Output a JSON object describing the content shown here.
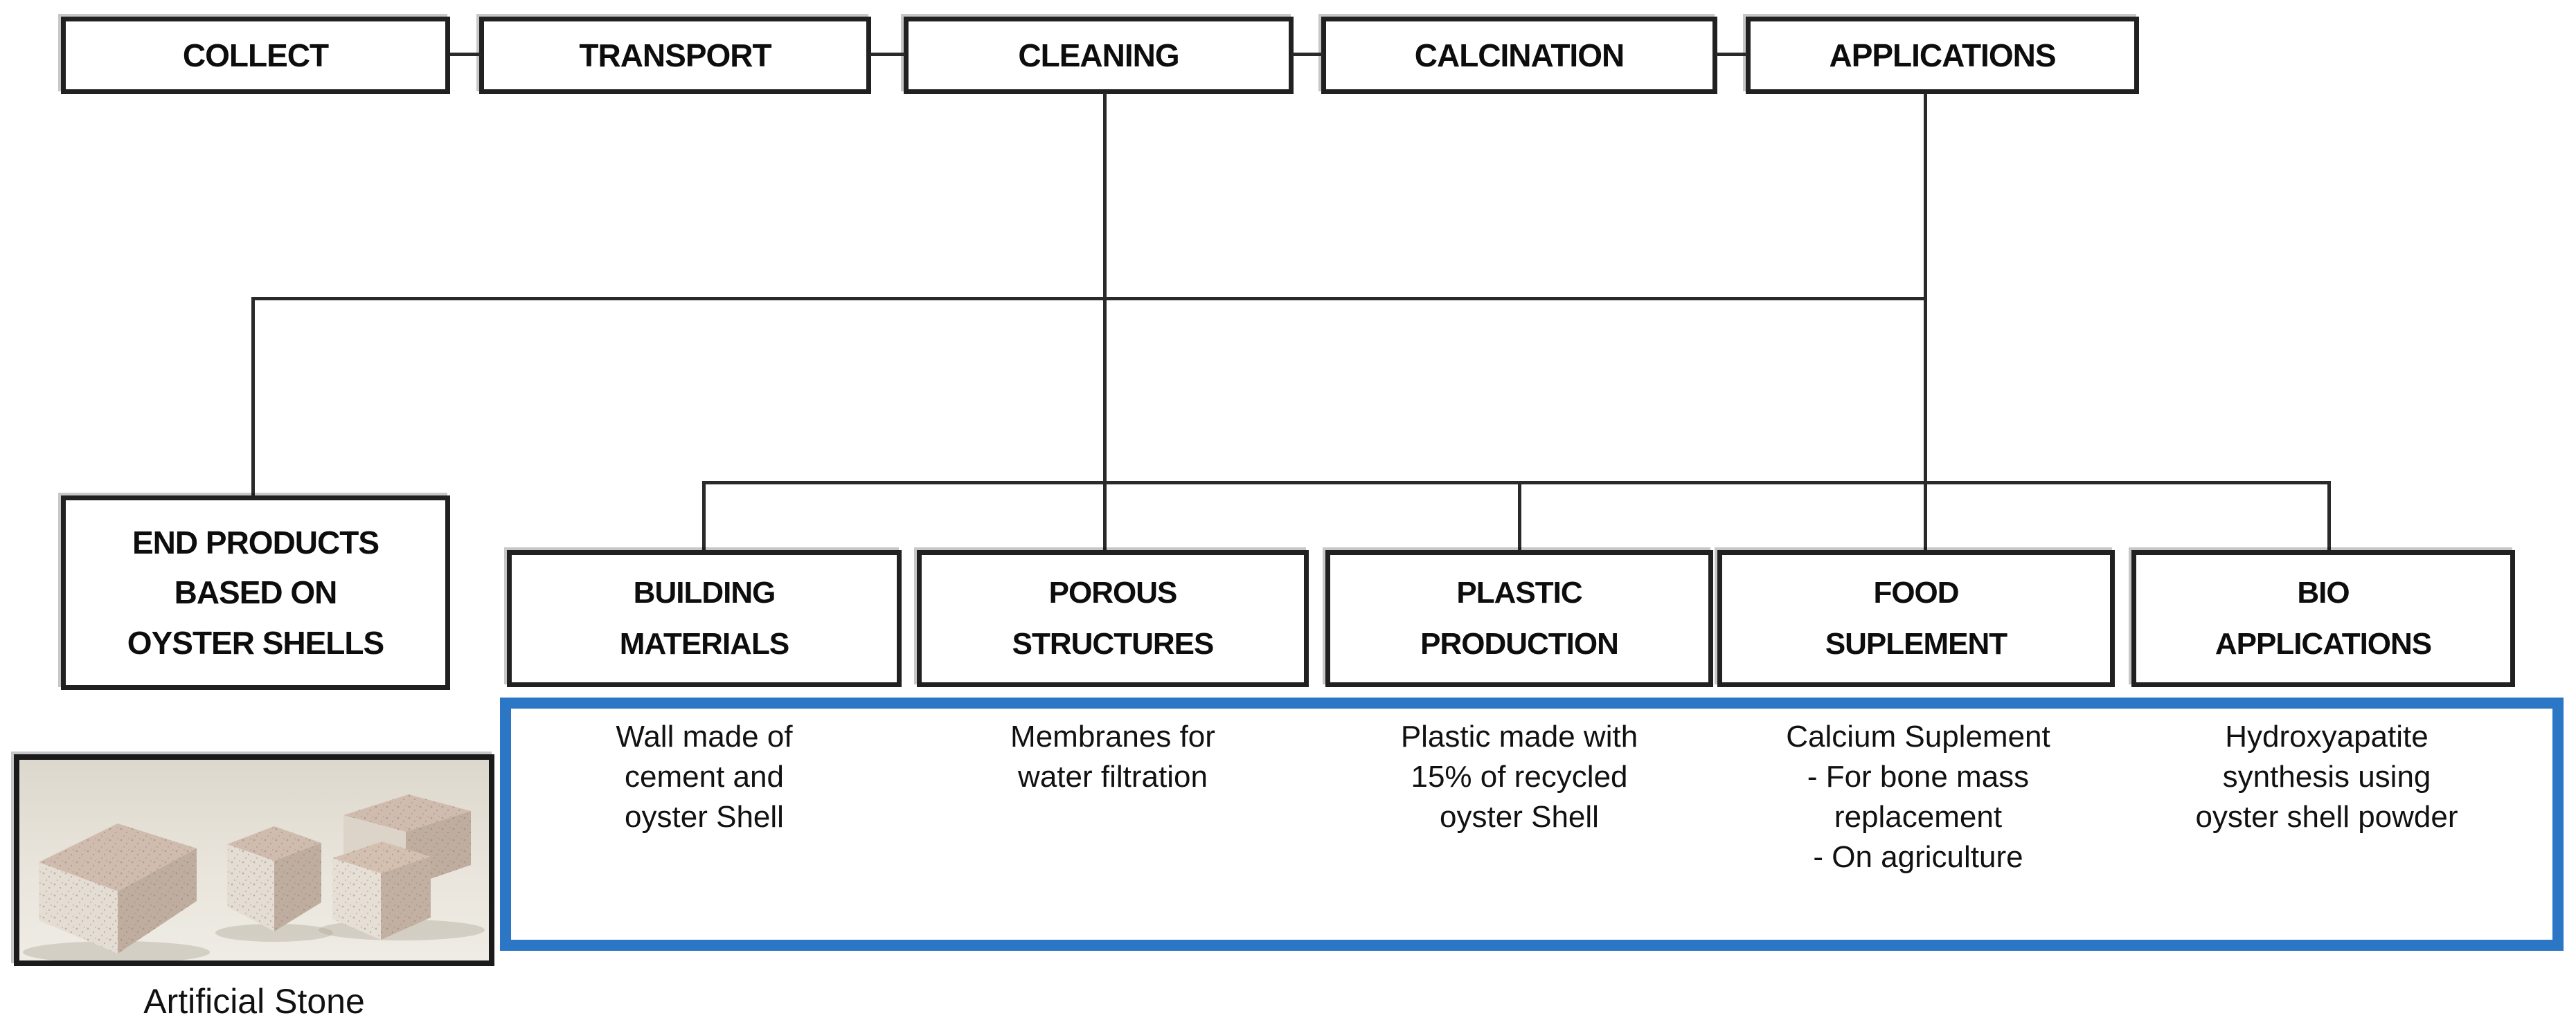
{
  "flow_steps": [
    {
      "label": "COLLECT"
    },
    {
      "label": "TRANSPORT"
    },
    {
      "label": "CLEANING"
    },
    {
      "label": "CALCINATION"
    },
    {
      "label": "APPLICATIONS"
    }
  ],
  "end_products_box": {
    "lines": [
      "END PRODUCTS",
      "BASED ON",
      "OYSTER SHELLS"
    ]
  },
  "categories": [
    {
      "lines": [
        "BUILDING",
        "MATERIALS"
      ]
    },
    {
      "lines": [
        "POROUS",
        "STRUCTURES"
      ]
    },
    {
      "lines": [
        "PLASTIC",
        "PRODUCTION"
      ]
    },
    {
      "lines": [
        "FOOD",
        "SUPLEMENT"
      ]
    },
    {
      "lines": [
        "BIO",
        "APPLICATIONS"
      ]
    }
  ],
  "details": [
    {
      "lines": [
        "Wall made of",
        "cement and",
        "oyster Shell"
      ]
    },
    {
      "lines": [
        "Membranes for",
        "water filtration"
      ]
    },
    {
      "lines": [
        "Plastic made with",
        "15% of recycled",
        "oyster Shell"
      ]
    },
    {
      "lines": [
        "Calcium Suplement",
        "- For bone mass",
        "replacement",
        "- On agriculture"
      ]
    },
    {
      "lines": [
        "Hydroxyapatite",
        "synthesis using",
        "oyster shell powder"
      ]
    }
  ],
  "photo": {
    "caption": "Artificial Stone",
    "subject": "three artificial stone blocks made from oyster shell"
  },
  "colors": {
    "accent_blue": "#2b77c5",
    "line_black": "#2a2a2a"
  }
}
